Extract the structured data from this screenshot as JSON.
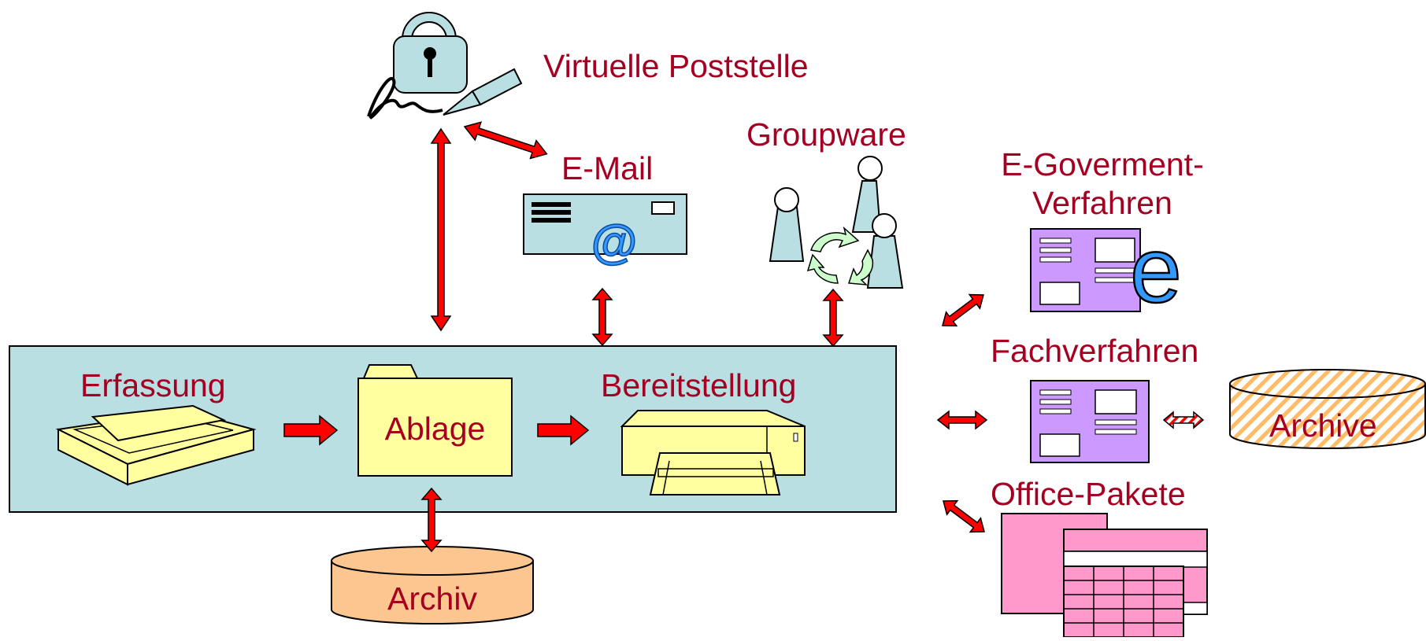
{
  "colors": {
    "label": "#a50021",
    "arrow": "#ff0000",
    "main_box": "#b9dfe2",
    "folder": "#ffffa0",
    "archiv": "#fcc690",
    "form": "#cc99ff",
    "office": "#ff99cc",
    "envelope": "#b9dfe2",
    "e_letter": "#3399ff",
    "hatch": "#ffbb66"
  },
  "labels": {
    "virtuelle_poststelle": "Virtuelle Poststelle",
    "email": "E-Mail",
    "groupware": "Groupware",
    "egov_line1": "E-Goverment-",
    "egov_line2": "Verfahren",
    "fachverfahren": "Fachverfahren",
    "archive_right": "Archive",
    "office": "Office-Pakete",
    "erfassung": "Erfassung",
    "ablage": "Ablage",
    "bereitstellung": "Bereitstellung",
    "archiv": "Archiv",
    "at_symbol": "@",
    "e_letter": "e"
  },
  "icons": [
    "padlock-icon",
    "signature-icon",
    "pen-icon",
    "envelope-icon",
    "people-icon",
    "recycle-arrows-icon",
    "eform-icon",
    "form-icon",
    "database-icon",
    "spreadsheet-icon",
    "scanner-icon",
    "folder-icon",
    "printer-icon"
  ]
}
